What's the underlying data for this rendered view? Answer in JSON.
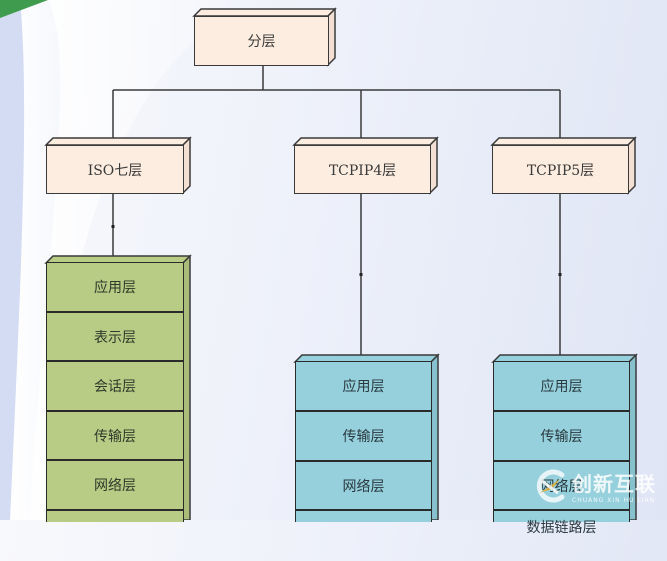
{
  "diagram": {
    "root": {
      "label": "分层"
    },
    "models": [
      {
        "id": "iso",
        "label": "ISO七层",
        "color": "#b8cc86",
        "layers": [
          "应用层",
          "表示层",
          "会话层",
          "传输层",
          "网络层",
          ""
        ]
      },
      {
        "id": "tcpip4",
        "label": "TCPIP4层",
        "color": "#95d0dc",
        "layers": [
          "应用层",
          "传输层",
          "网络层",
          ""
        ]
      },
      {
        "id": "tcpip5",
        "label": "TCPIP5层",
        "color": "#95d0dc",
        "layers": [
          "应用层",
          "传输层",
          "网络层",
          "数据链路层"
        ]
      }
    ],
    "box_color": "#fdede0",
    "line_color": "#3a3a3a"
  },
  "watermark": {
    "icon": "chuangxin-logo-icon",
    "text": "创新互联",
    "subtext": "CHUANG XIN HU LIAN"
  }
}
